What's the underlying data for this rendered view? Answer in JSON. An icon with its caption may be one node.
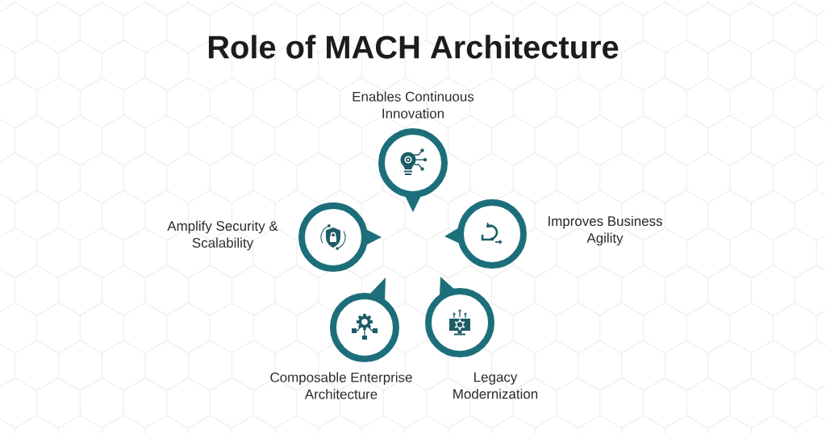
{
  "diagram": {
    "title": "Role of MACH Architecture",
    "nodes": [
      {
        "text": [],
        "shape": "circle",
        "beside": [
          "Enables Continuous Innovation"
        ]
      },
      {
        "text": [],
        "shape": "circle",
        "beside": [
          "Amplify Security & Scalability"
        ]
      },
      {
        "text": [],
        "shape": "circle",
        "beside": [
          "Improves Business Agility"
        ]
      },
      {
        "text": [],
        "shape": "circle",
        "beside": [
          "Composable Enterprise Architecture"
        ]
      },
      {
        "text": [],
        "shape": "circle",
        "beside": [
          "Legacy Modernization"
        ]
      }
    ]
  }
}
